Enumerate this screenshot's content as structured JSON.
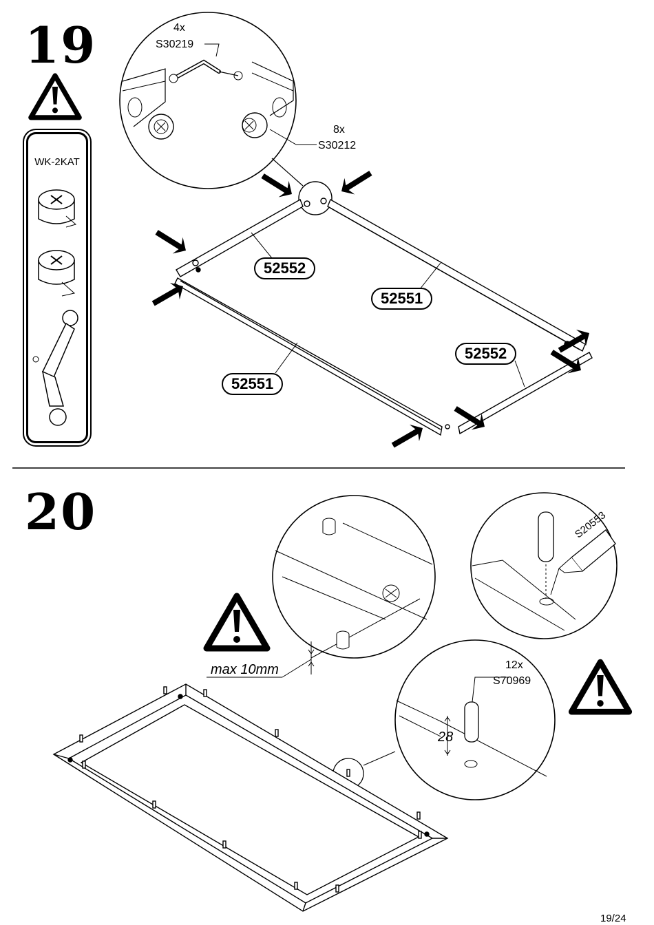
{
  "step19": {
    "number": "19",
    "tool_label": "WK-2KAT",
    "fittings": [
      {
        "qty": "4x",
        "code": "S30219"
      },
      {
        "qty": "8x",
        "code": "S30212"
      }
    ],
    "parts": [
      "52552",
      "52551",
      "52552",
      "52551"
    ]
  },
  "step20": {
    "number": "20",
    "max_label": "max 10mm",
    "glue_code": "S20553",
    "dowel_qty": "12x",
    "dowel_code": "S70969",
    "depth": "28"
  },
  "page_number": "19/24"
}
